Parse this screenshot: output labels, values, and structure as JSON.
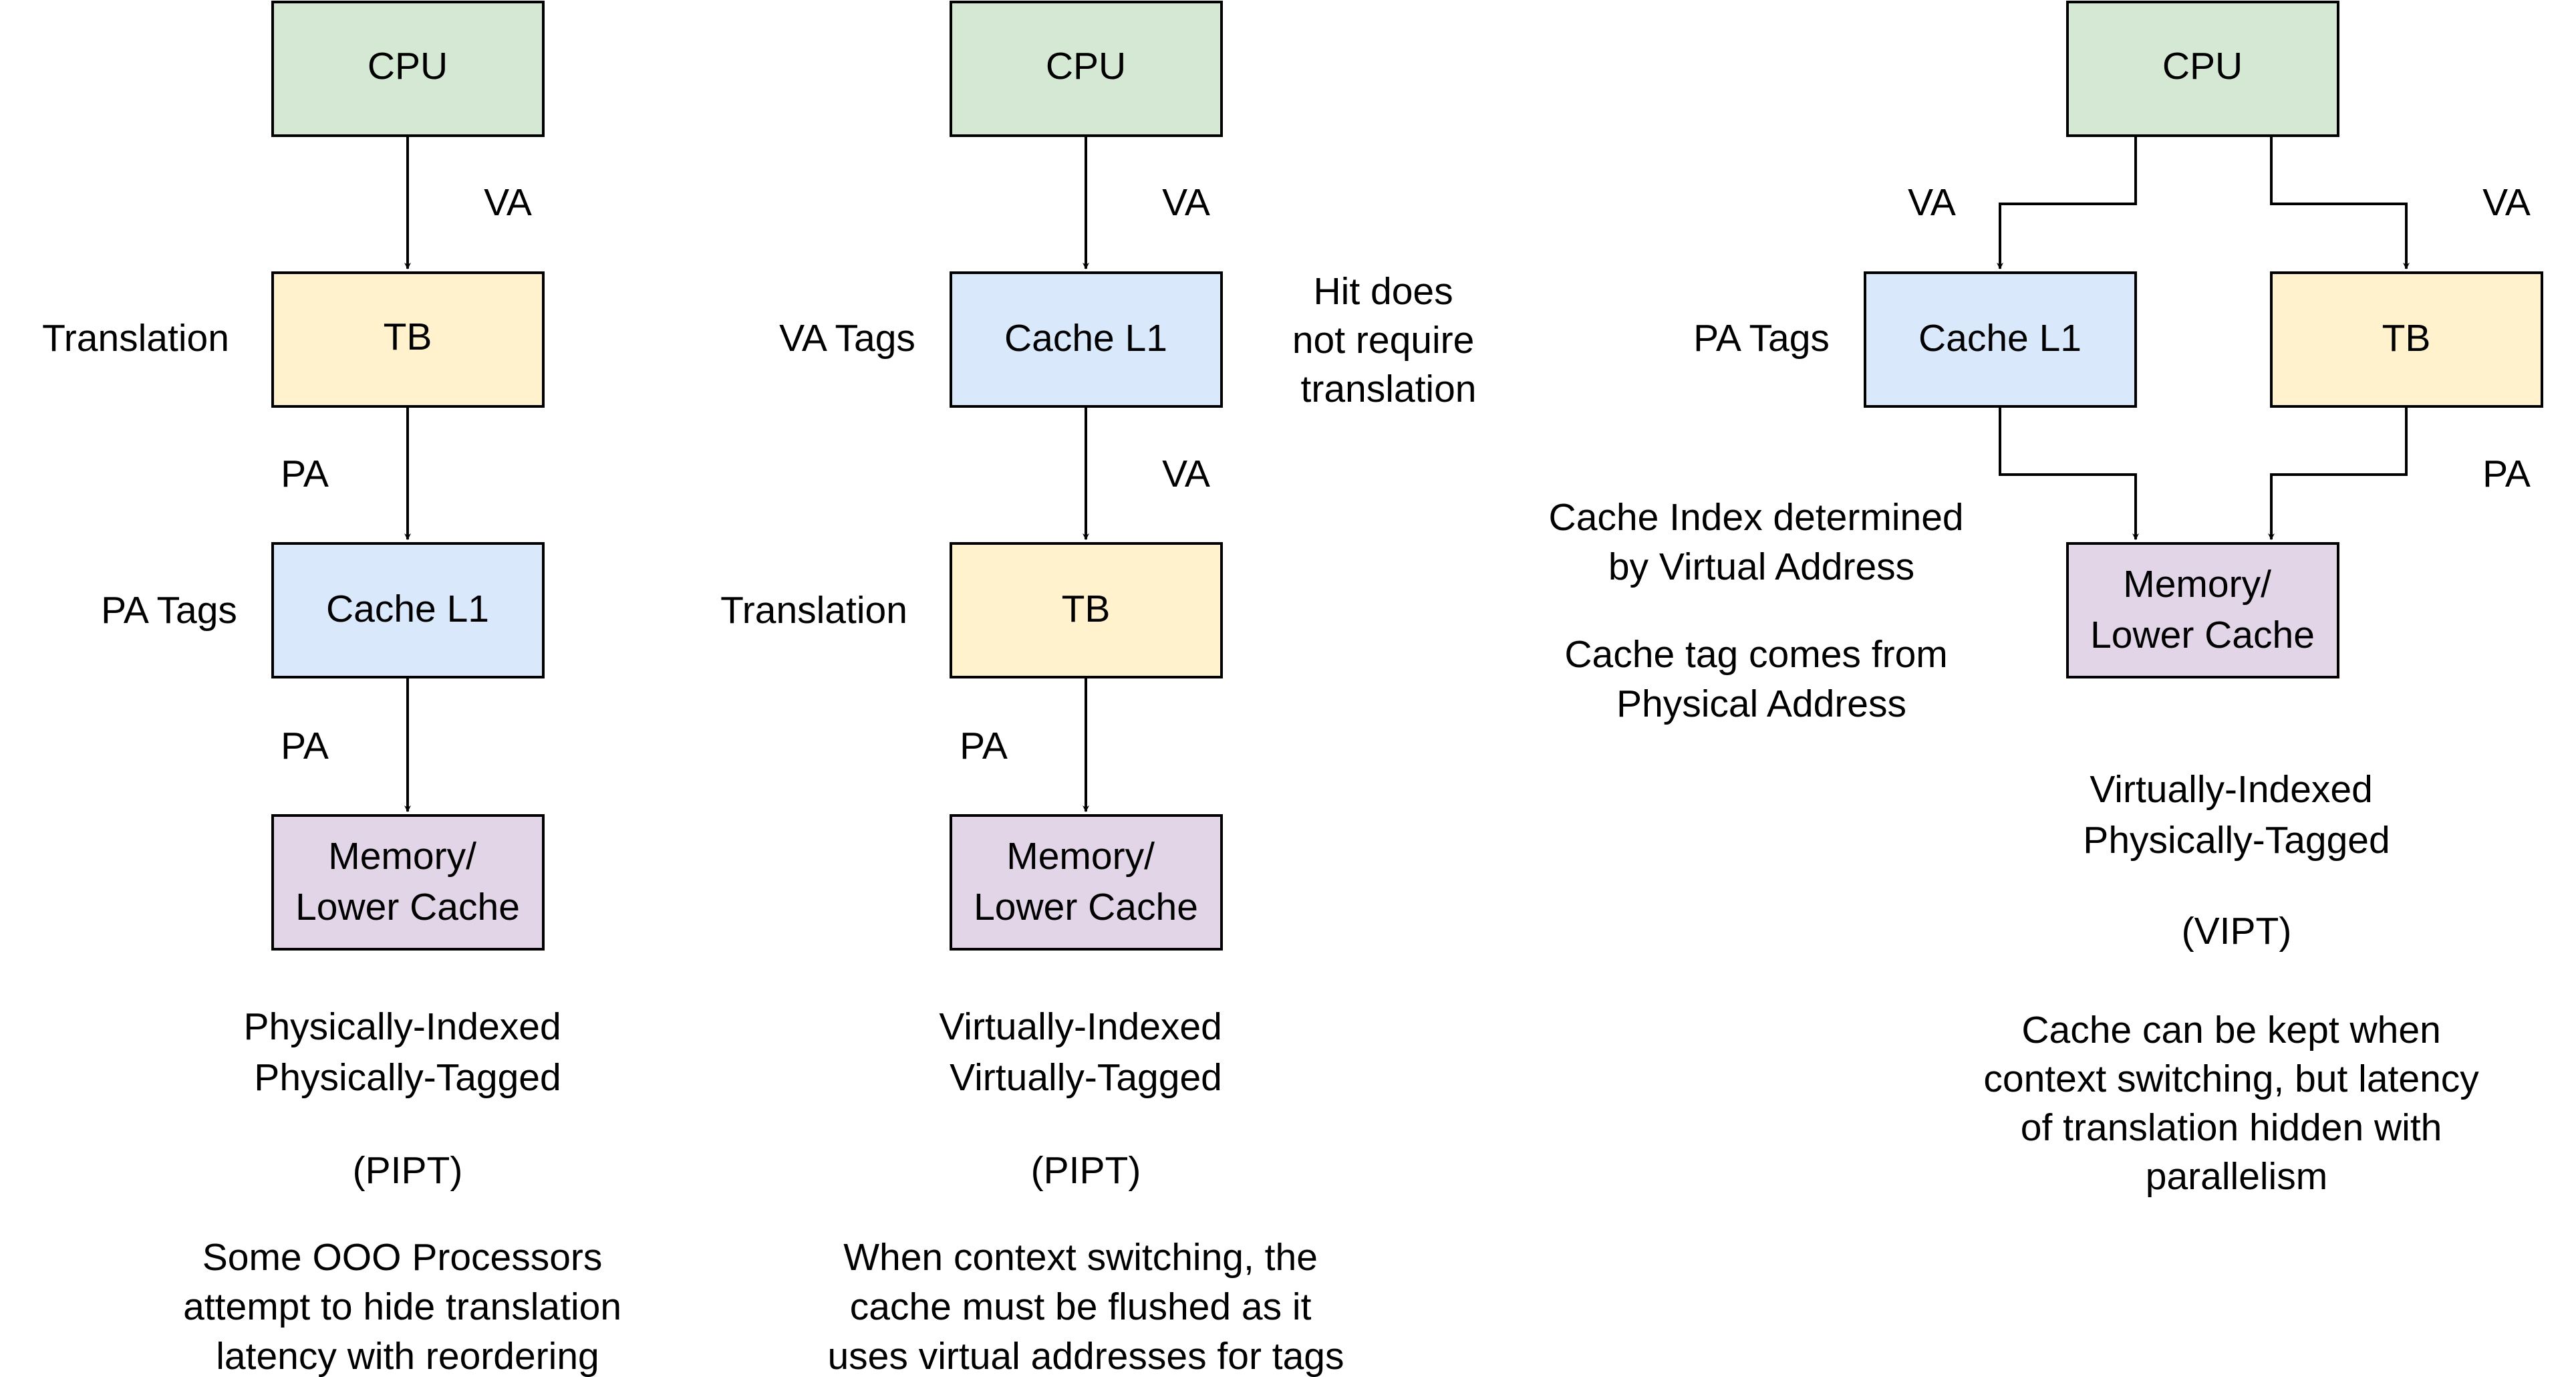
{
  "colors": {
    "cpu_fill": "#d5e8d4",
    "tb_fill": "#fff2cc",
    "cache_fill": "#dae8fc",
    "memory_fill": "#e1d5e7",
    "stroke": "#000000"
  },
  "pipt": {
    "cpu": "CPU",
    "tb": "TB",
    "cache": "Cache L1",
    "memory": [
      "Memory/",
      "Lower Cache"
    ],
    "edge_cpu_tb": "VA",
    "edge_tb_cache": "PA",
    "edge_cache_memory": "PA",
    "tb_side_label": "Translation",
    "cache_side_label": "PA Tags",
    "title": [
      "Physically-Indexed",
      "Physically-Tagged"
    ],
    "abbreviation": "(PIPT)",
    "note": [
      "Some OOO Processors",
      "attempt to hide translation",
      "latency with reordering"
    ]
  },
  "vivt": {
    "cpu": "CPU",
    "cache": "Cache L1",
    "tb": "TB",
    "memory": [
      "Memory/",
      "Lower Cache"
    ],
    "edge_cpu_cache": "VA",
    "edge_cache_tb": "VA",
    "edge_tb_memory": "PA",
    "cache_side_label": "VA Tags",
    "tb_side_label": "Translation",
    "hit_note": [
      "Hit does",
      "not require",
      "translation"
    ],
    "title": [
      "Virtually-Indexed",
      "Virtually-Tagged"
    ],
    "abbreviation": "(PIPT)",
    "note": [
      "When context switching, the",
      "cache must be flushed as it",
      "uses virtual addresses for tags"
    ]
  },
  "vipt": {
    "cpu": "CPU",
    "cache": "Cache L1",
    "tb": "TB",
    "memory": [
      "Memory/",
      "Lower Cache"
    ],
    "edge_cpu_cache": "VA",
    "edge_cpu_tb": "VA",
    "edge_tb_memory": "PA",
    "cache_side_label": "PA Tags",
    "index_note": [
      "Cache Index determined",
      "by Virtual Address"
    ],
    "tag_note": [
      "Cache tag comes from",
      "Physical Address"
    ],
    "title": [
      "Virtually-Indexed",
      "Physically-Tagged"
    ],
    "abbreviation": "(VIPT)",
    "note": [
      "Cache can be kept when",
      "context switching, but latency",
      "of translation hidden with",
      "parallelism"
    ]
  }
}
